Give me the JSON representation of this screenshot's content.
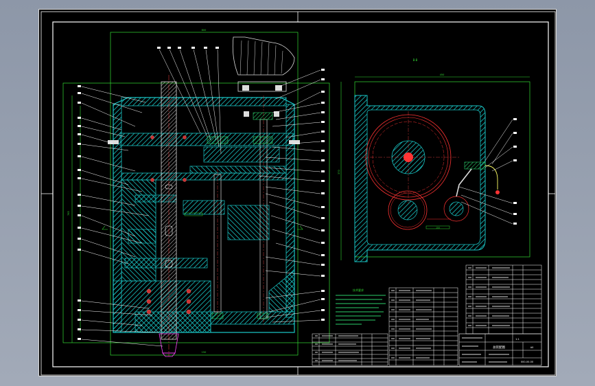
{
  "drawing": {
    "section_label": "B-B",
    "tech_req_title": "技术要求",
    "title_block": {
      "name": "总装配图",
      "scale": "1:1",
      "sheet_no": "A0",
      "drawing_no": "000-00-00"
    },
    "dimensions": {
      "overall_width": "800",
      "overall_height": "765",
      "center_dist": "370",
      "side_width": "450",
      "base_dim": "150"
    },
    "colors": {
      "background": "#000000",
      "frame": "#ffffff",
      "hatch": "#19c4c4",
      "dimension": "#33dd33",
      "gear": "#ff3333",
      "center": "#ff4444",
      "handle": "#ffff66",
      "text": "#ffffff",
      "magenta": "#ff44ff"
    }
  }
}
